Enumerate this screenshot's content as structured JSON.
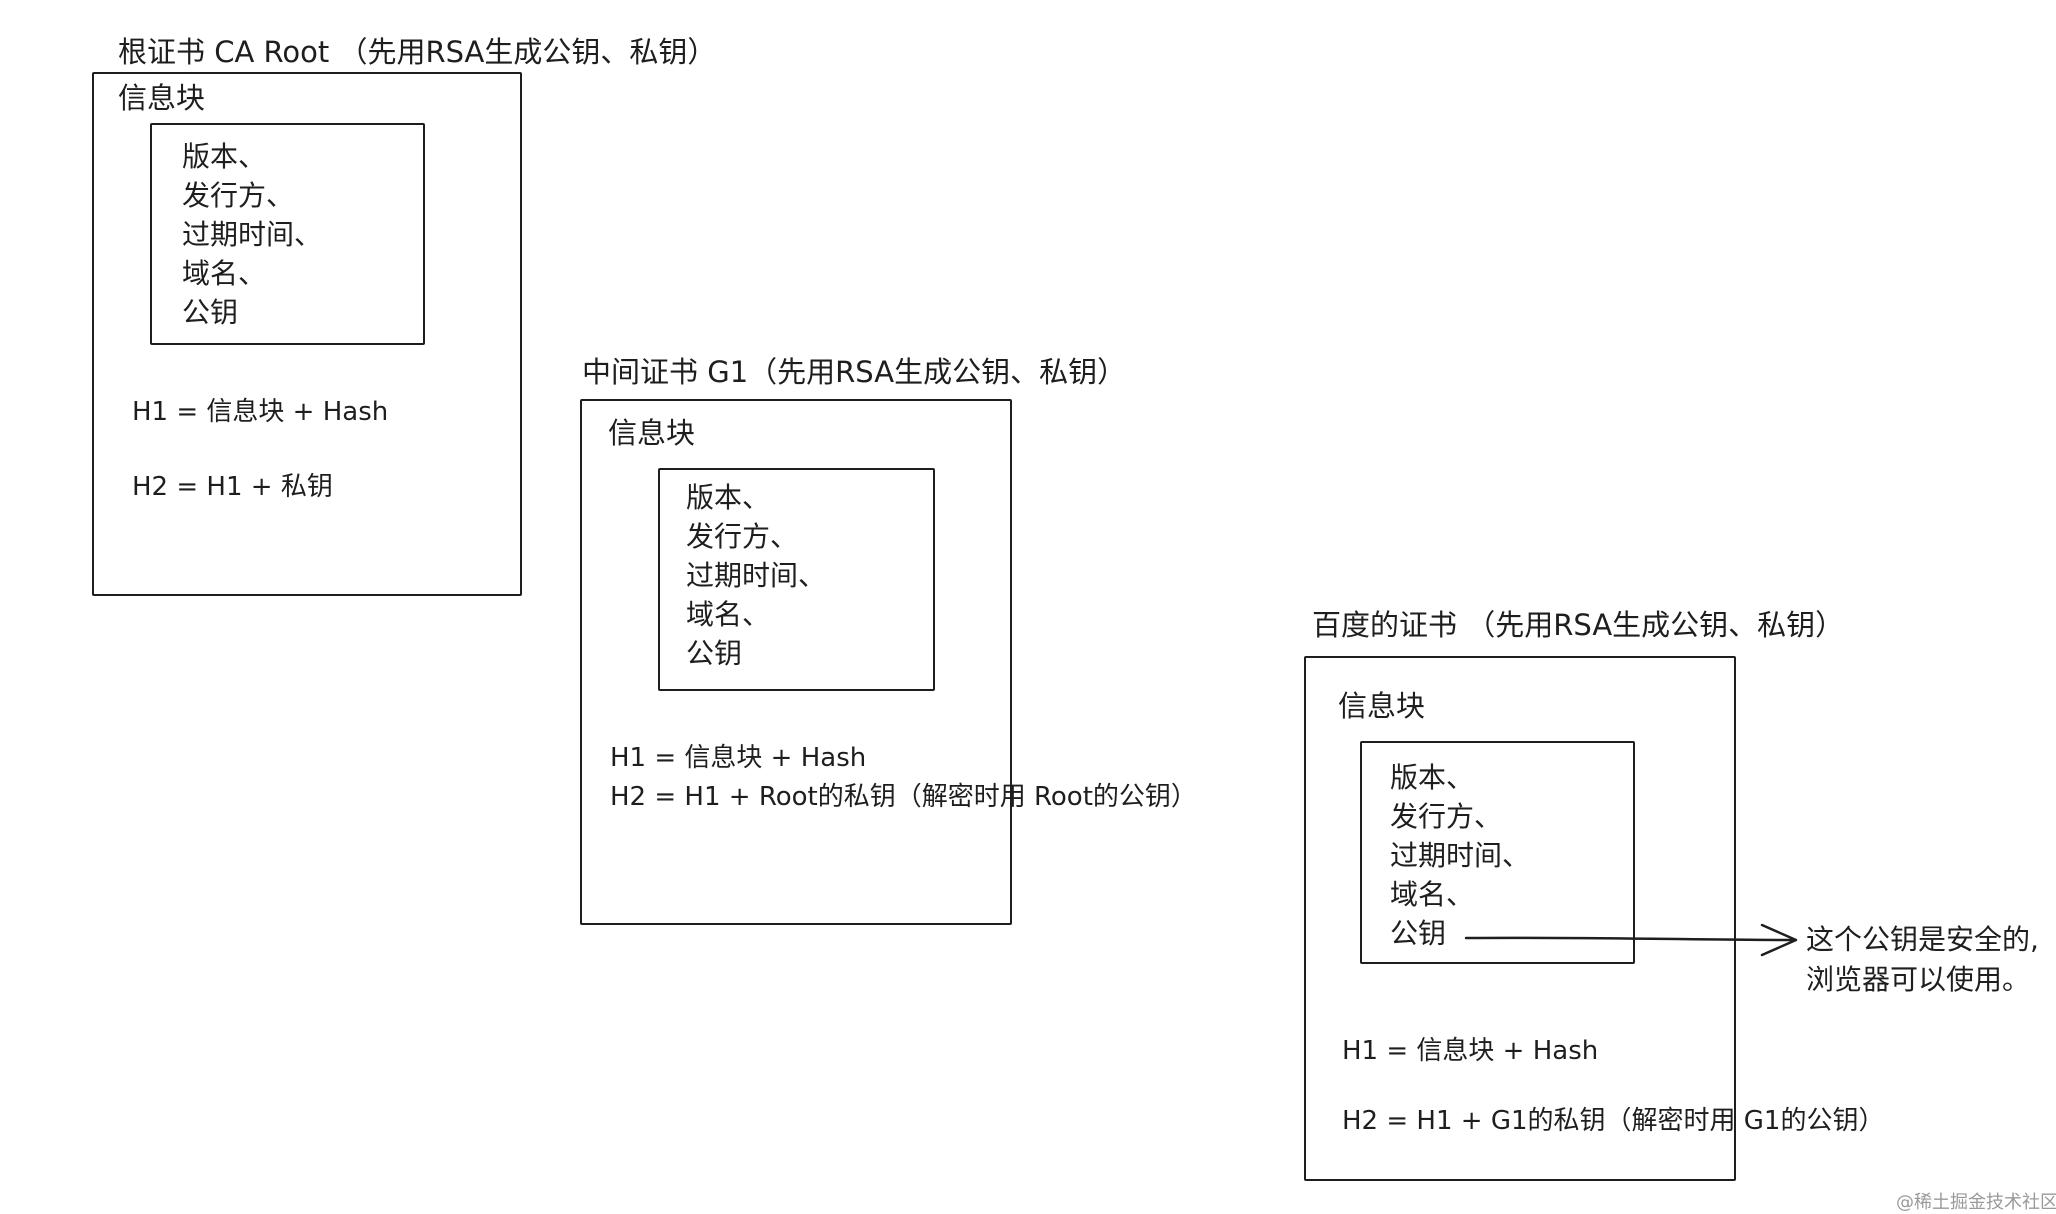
{
  "certificates": [
    {
      "title": "根证书  CA Root  （先用RSA生成公钥、私钥）",
      "block_label": "信息块",
      "fields": [
        "版本、",
        "发行方、",
        "过期时间、",
        "域名、",
        "公钥"
      ],
      "h1": "H1  =  信息块  +  Hash",
      "h2": "H2  =  H1  +  私钥"
    },
    {
      "title": "中间证书  G1（先用RSA生成公钥、私钥）",
      "block_label": "信息块",
      "fields": [
        "版本、",
        "发行方、",
        "过期时间、",
        "域名、",
        "公钥"
      ],
      "h1": "H1  =  信息块  +  Hash",
      "h2": "H2  =  H1  +  Root的私钥（解密时用  Root的公钥）"
    },
    {
      "title": "百度的证书  （先用RSA生成公钥、私钥）",
      "block_label": "信息块",
      "fields": [
        "版本、",
        "发行方、",
        "过期时间、",
        "域名、",
        "公钥"
      ],
      "h1": "H1  =  信息块  +  Hash",
      "h2": "H2  =  H1  +  G1的私钥（解密时用  G1的公钥）"
    }
  ],
  "arrow_note": {
    "line1": "这个公钥是安全的,",
    "line2": "浏览器可以使用。"
  },
  "watermark": "@稀土掘金技术社区",
  "colors": {
    "stroke": "#1e1e1e",
    "background": "#ffffff",
    "watermark": "#9a9a9a"
  }
}
